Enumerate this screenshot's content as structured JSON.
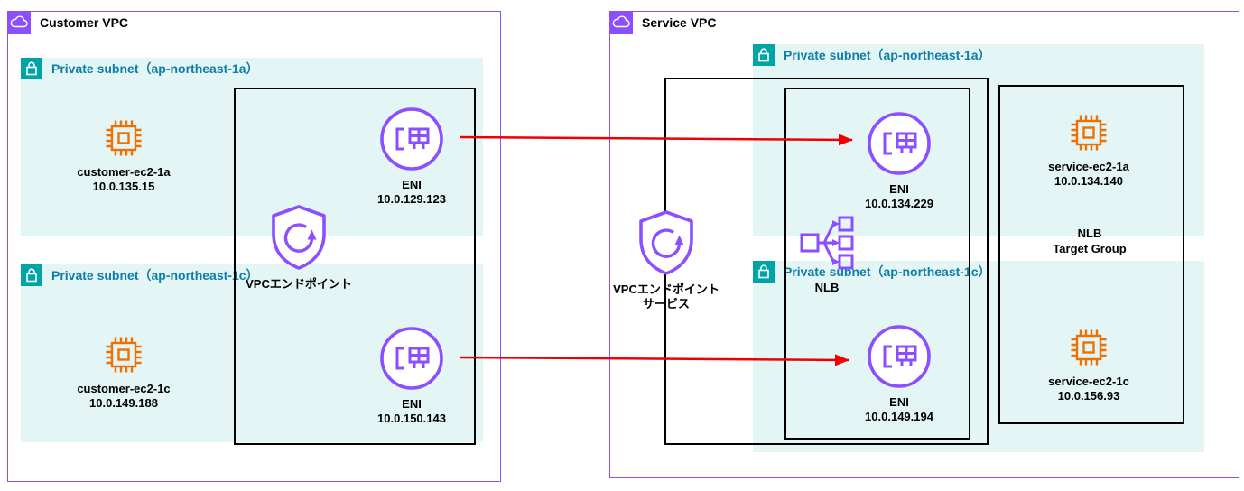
{
  "customer_vpc": {
    "title": "Customer VPC",
    "subnet_1a_label": "Private subnet（ap-northeast-1a）",
    "subnet_1c_label": "Private subnet（ap-northeast-1c）",
    "ec2_1a": {
      "name": "customer-ec2-1a",
      "ip": "10.0.135.15"
    },
    "ec2_1c": {
      "name": "customer-ec2-1c",
      "ip": "10.0.149.188"
    },
    "eni_1a": {
      "name": "ENI",
      "ip": "10.0.129.123"
    },
    "eni_1c": {
      "name": "ENI",
      "ip": "10.0.150.143"
    },
    "endpoint_label": "VPCエンドポイント"
  },
  "service_vpc": {
    "title": "Service VPC",
    "subnet_1a_label": "Private subnet（ap-northeast-1a）",
    "subnet_1c_label": "Private subnet（ap-northeast-1c）",
    "endpoint_service_label_1": "VPCエンドポイント",
    "endpoint_service_label_2": "サービス",
    "nlb_label": "NLB",
    "eni_1a": {
      "name": "ENI",
      "ip": "10.0.134.229"
    },
    "eni_1c": {
      "name": "ENI",
      "ip": "10.0.149.194"
    },
    "target_group_label_1": "NLB",
    "target_group_label_2": "Target Group",
    "ec2_1a": {
      "name": "service-ec2-1a",
      "ip": "10.0.134.140"
    },
    "ec2_1c": {
      "name": "service-ec2-1c",
      "ip": "10.0.156.93"
    }
  },
  "connections": [
    {
      "from_ip": "10.0.129.123",
      "to_ip": "10.0.134.229"
    },
    {
      "from_ip": "10.0.150.143",
      "to_ip": "10.0.149.194"
    }
  ],
  "colors": {
    "vpc_border": "#8C4FFF",
    "aws_purple": "#8C4FFF",
    "subnet_fill": "#E4F5F5",
    "subnet_icon_bg": "#00A4A6",
    "subnet_label_text": "#0E7DA8",
    "ec2_orange": "#ED7100",
    "arrow_red": "#EE0000",
    "container_border": "#000000"
  }
}
